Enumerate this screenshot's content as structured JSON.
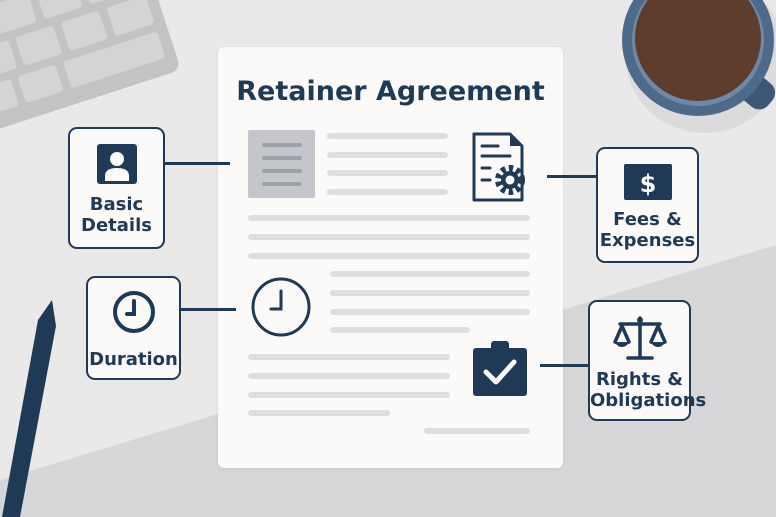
{
  "document": {
    "title": "Retainer Agreement"
  },
  "cards": [
    {
      "label_line1": "Basic",
      "label_line2": "Details",
      "icon": "person-icon"
    },
    {
      "label_line1": "Fees &",
      "label_line2": "Expenses",
      "icon": "dollar-icon"
    },
    {
      "label_line1": "Duration",
      "icon": "clock-icon"
    },
    {
      "label_line1": "Rights &",
      "label_line2": "Obligations",
      "icon": "scales-icon"
    }
  ],
  "colors": {
    "navy": "#1e3a56",
    "paper": "#fbfaf8",
    "background": "#ebe9e8",
    "coffee": "#5e3d2c",
    "mug": "#4e6a8a"
  }
}
